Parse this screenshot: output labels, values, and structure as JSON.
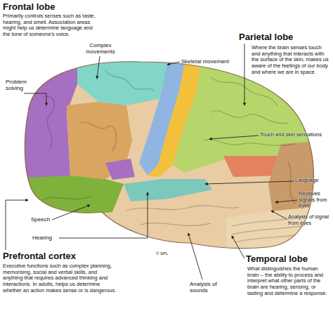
{
  "diagram": {
    "labels": [
      "Frontal lobe",
      "Primarily controls senses such as taste, hearing, and smell. Association areas might help us determine language and the tone of someone's voice.",
      "Complex movements",
      "Skeletal movement",
      "Parietal lobe",
      "Where the brain senses touch and anything that interacts with the surface of the skin, makes us aware of the feelings of our body and where we are in space.",
      "Problem solving",
      "Touch and skin sensations",
      "Language",
      "Receives signals from eyes",
      "Analysis of signal from eyes",
      "Speech",
      "Hearing",
      "© SPL",
      "Prefrontal cortex",
      "Executive functions such as complex planning, memorising, social and verbal skills, and anything that requires advanced thinking and interactions. In adults, helps us determine whether an action makes sense or is dangerous.",
      "Analysis of sounds",
      "Temporal lobe",
      "What distinguishes the human brain – the ability to process and interpret what other parts of the brain are hearing, sensing, or tasting and determine a response."
    ]
  }
}
